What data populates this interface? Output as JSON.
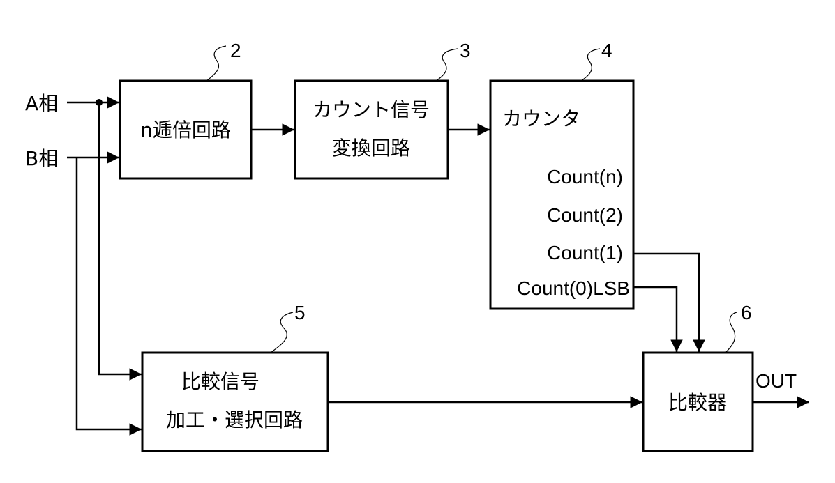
{
  "inputs": {
    "phase_a": "A相",
    "phase_b": "B相"
  },
  "blocks": {
    "multiplier": {
      "ref": "2",
      "label": "n逓倍回路"
    },
    "converter": {
      "ref": "3",
      "label_line1": "カウント信号",
      "label_line2": "変換回路"
    },
    "counter": {
      "ref": "4",
      "label": "カウンタ",
      "outputs": [
        "Count(n)",
        "Count(2)",
        "Count(1)",
        "Count(0)LSB"
      ]
    },
    "selector": {
      "ref": "5",
      "label_line1": "比較信号",
      "label_line2": "加工・選択回路"
    },
    "comparator": {
      "ref": "6",
      "label": "比較器"
    }
  },
  "output": {
    "label": "OUT"
  }
}
